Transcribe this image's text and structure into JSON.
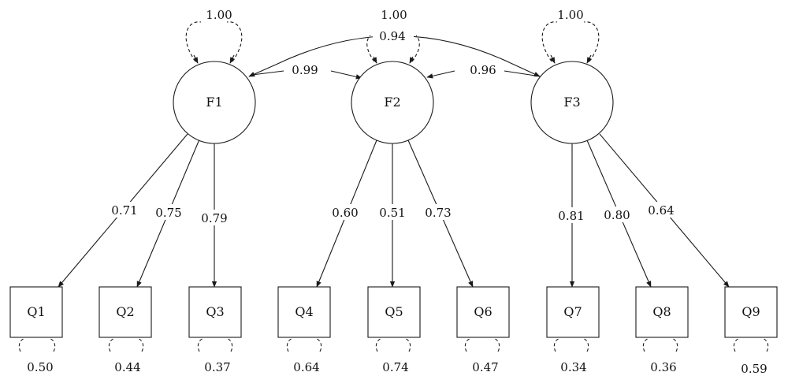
{
  "factors": [
    {
      "id": "F1",
      "label": "F1",
      "variance": "1.00"
    },
    {
      "id": "F2",
      "label": "F2",
      "variance": "1.00"
    },
    {
      "id": "F3",
      "label": "F3",
      "variance": "1.00"
    }
  ],
  "items": [
    {
      "id": "Q1",
      "label": "Q1",
      "factor": "F1",
      "loading": "0.71",
      "error": "0.50"
    },
    {
      "id": "Q2",
      "label": "Q2",
      "factor": "F1",
      "loading": "0.75",
      "error": "0.44"
    },
    {
      "id": "Q3",
      "label": "Q3",
      "factor": "F1",
      "loading": "0.79",
      "error": "0.37"
    },
    {
      "id": "Q4",
      "label": "Q4",
      "factor": "F2",
      "loading": "0.60",
      "error": "0.64"
    },
    {
      "id": "Q5",
      "label": "Q5",
      "factor": "F2",
      "loading": "0.51",
      "error": "0.74"
    },
    {
      "id": "Q6",
      "label": "Q6",
      "factor": "F2",
      "loading": "0.73",
      "error": "0.47"
    },
    {
      "id": "Q7",
      "label": "Q7",
      "factor": "F3",
      "loading": "0.81",
      "error": "0.34"
    },
    {
      "id": "Q8",
      "label": "Q8",
      "factor": "F3",
      "loading": "0.80",
      "error": "0.36"
    },
    {
      "id": "Q9",
      "label": "Q9",
      "factor": "F3",
      "loading": "0.64",
      "error": "0.59"
    }
  ],
  "covariances": [
    {
      "from": "F1",
      "to": "F3",
      "value": "0.94"
    },
    {
      "from": "F1",
      "to": "F2",
      "value": "0.99"
    },
    {
      "from": "F2",
      "to": "F3",
      "value": "0.96"
    }
  ]
}
